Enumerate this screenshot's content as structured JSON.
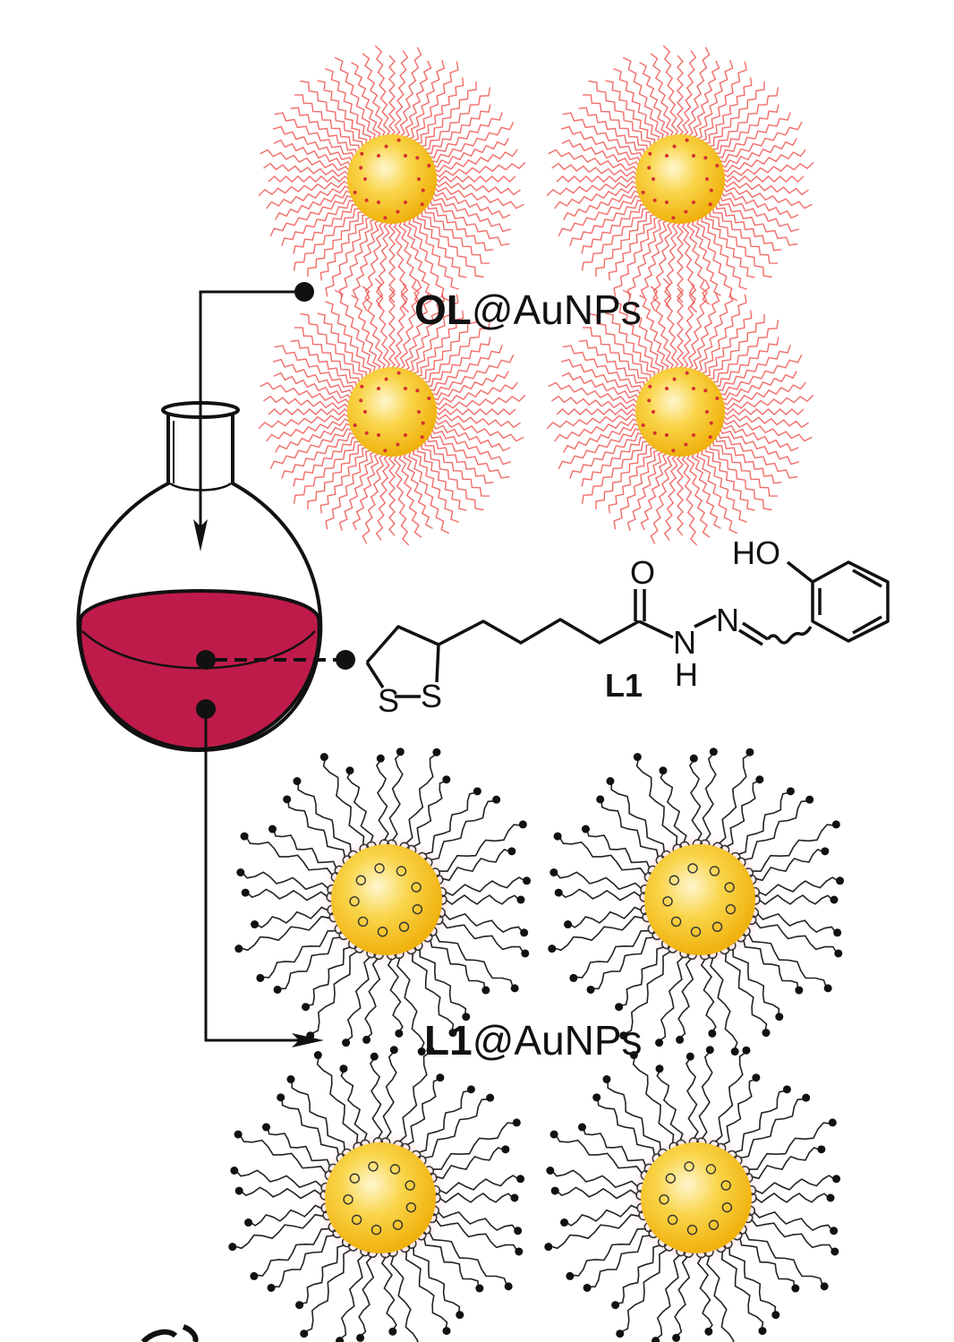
{
  "labels": {
    "ol_prefix": "OL",
    "ol_suffix": "@AuNPs",
    "l1_prefix": "L1",
    "l1_suffix": "@AuNPs",
    "ligand_name": "L1",
    "atom_O": "O",
    "atom_HO": "HO",
    "atom_N1": "N",
    "atom_N2": "N",
    "atom_H": "H",
    "atom_S1": "S",
    "atom_S2": "S"
  },
  "colors": {
    "gold_core": "#f6c21c",
    "gold_highlight": "#fff6cf",
    "oleylamine_ligand": "#ef5350",
    "solution": "#bf1b4a",
    "line": "#111111"
  }
}
